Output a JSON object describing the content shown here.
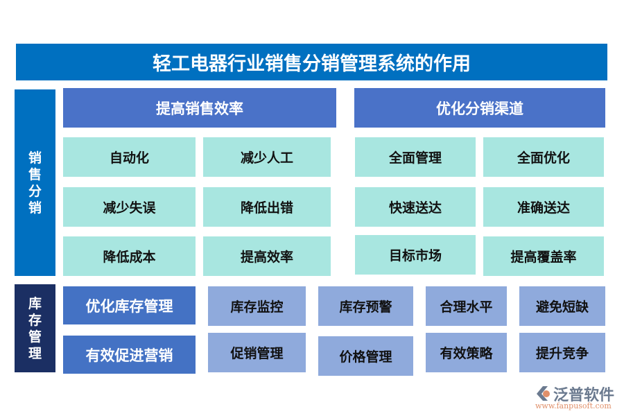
{
  "title": "轻工电器行业销售分销管理系统的作用",
  "sections": {
    "sales": {
      "label": "销售分销",
      "groups": [
        {
          "header": "提高销售效率",
          "items": [
            "自动化",
            "减少人工",
            "减少失误",
            "降低出错",
            "降低成本",
            "提高效率"
          ]
        },
        {
          "header": "优化分销渠道",
          "items": [
            "全面管理",
            "全面优化",
            "快速送达",
            "准确送达",
            "目标市场",
            "提高覆盖率"
          ]
        }
      ]
    },
    "inventory": {
      "label": "库存管理",
      "main": [
        "优化库存管理",
        "有效促进营销"
      ],
      "items": [
        "库存监控",
        "促销管理",
        "库存预警",
        "价格管理",
        "合理水平",
        "有效策略",
        "避免短缺",
        "提升竞争"
      ]
    }
  },
  "logo": {
    "name": "泛普软件",
    "url": "www.fanpusoft.com"
  },
  "colors": {
    "title": "#0070C0",
    "header": "#4A72C8",
    "teal": "#A8E6E0",
    "light_blue": "#8FAADC",
    "dark_blue": "#4472C4",
    "navy": "#1F3864"
  }
}
